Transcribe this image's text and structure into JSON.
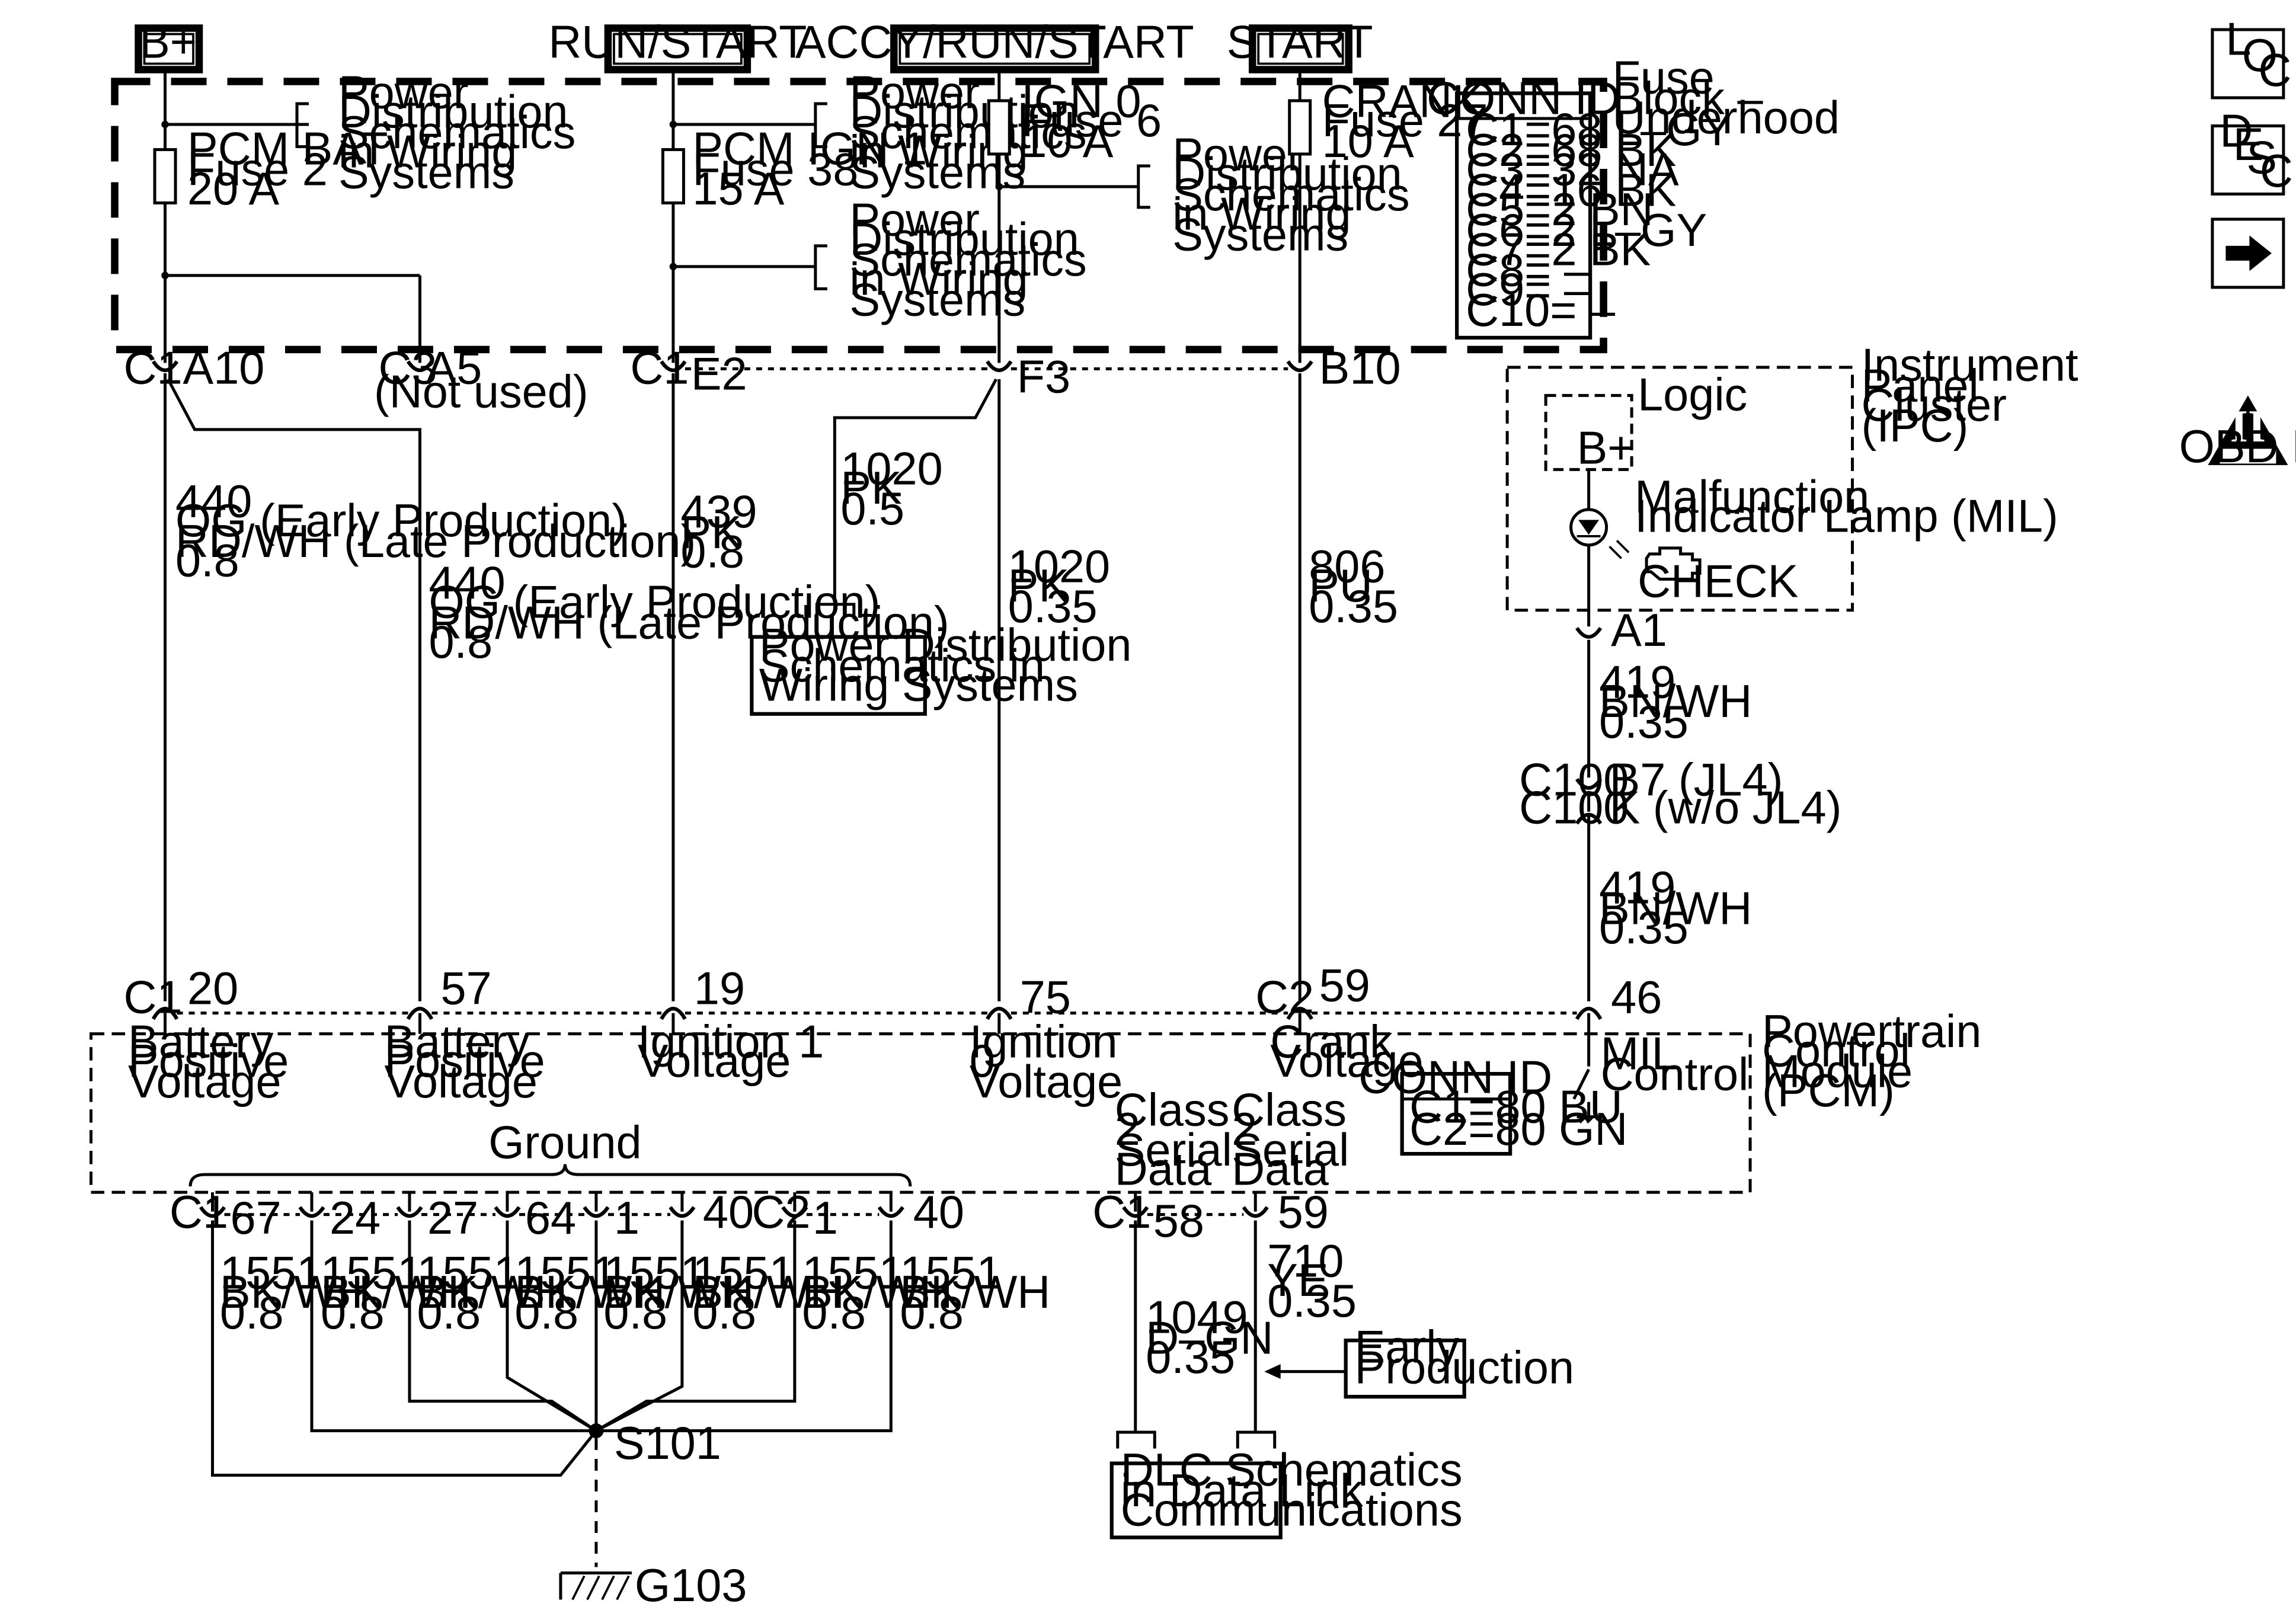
{
  "power_sources": {
    "bplus": "B+",
    "run_start": "RUN/START",
    "accy_run_start": "ACCY/RUN/START",
    "start": "START"
  },
  "fuse_block": {
    "label": [
      "Fuse",
      "Block –",
      "Underhood"
    ],
    "pd_note": [
      "Power",
      "Distribution",
      "Schematics",
      "in Wiring",
      "Systems"
    ],
    "fuses": {
      "pcm_bat": [
        "PCM  BAT",
        "Fuse 2",
        "20 A"
      ],
      "pcm_ign1": [
        "PCM IGN 1",
        "Fuse 38",
        "15 A"
      ],
      "ign0": [
        "IGN 0",
        "Fuse 6",
        "10 A"
      ],
      "crank": [
        "CRANK",
        "Fuse 27",
        "10 A"
      ]
    },
    "conn_id_title": "CONN ID",
    "conn_id_rows": [
      "C1=68 L–GY",
      "C2=68 BK",
      "C3=32 NA",
      "C4=16 BK",
      "C5=2 BN",
      "C6=2 L–GY",
      "C7=2 BK",
      "C8= –",
      "C9= –",
      "C10= –"
    ]
  },
  "fuse_pins": {
    "c1": "C1",
    "a10": "A10",
    "c3": "C3",
    "a5": "A5",
    "not_used": "(Not used)",
    "c1b": "C1",
    "e2": "E2",
    "f3": "F3",
    "b10": "B10"
  },
  "wires": {
    "w440a": [
      "440",
      "OG (Early Production)",
      "RD/WH (Late Production)",
      "0.8"
    ],
    "w440b": [
      "440",
      "OG (Early Production)",
      "RD/WH (Late Production)",
      "0.8"
    ],
    "w439": [
      "439",
      "PK",
      "0.8"
    ],
    "w1020a": [
      "1020",
      "PK",
      "0.5"
    ],
    "w1020b": [
      "1020",
      "PK",
      "0.35"
    ],
    "w806": [
      "806",
      "PU",
      "0.35"
    ],
    "w419a": [
      "419",
      "BN/WH",
      "0.35"
    ],
    "w419b": [
      "419",
      "BN/WH",
      "0.35"
    ],
    "w1551": [
      "1551",
      "BK/WH",
      "0.8"
    ],
    "w1049": [
      "1049",
      "D–GN",
      "0.35"
    ],
    "w710": [
      "710",
      "YE",
      "0.35"
    ]
  },
  "pd_box": [
    "Power Distribution",
    "Schematics in",
    "Wiring  Systems"
  ],
  "ipc": {
    "label": [
      "Instrument",
      "Panel",
      "Cluster",
      "(IPC)"
    ],
    "logic": "Logic",
    "bplus": "B+",
    "mil": [
      "Malfunction",
      "Indicator Lamp (MIL)"
    ],
    "check": "CHECK",
    "a1": "A1"
  },
  "c100": {
    "top_conn": "C100",
    "top_pin": "B7 (JL4)",
    "bottom_conn": "C100",
    "bottom_pin": "K (w/o JL4)"
  },
  "pcm": {
    "label": [
      "Powertrain",
      "Control",
      "Module",
      "(PCM)"
    ],
    "c1": "C1",
    "c2": "C2",
    "pin20": "20",
    "pin57": "57",
    "pin19": "19",
    "pin75": "75",
    "pin59": "59",
    "pin46": "46",
    "bat1": [
      "Battery",
      "Positive",
      "Voltage"
    ],
    "bat2": [
      "Battery",
      "Positive",
      "Voltage"
    ],
    "ign1": [
      "Ignition 1",
      "Voltage"
    ],
    "ign0": [
      "Ignition",
      "0",
      "Voltage"
    ],
    "crank": [
      "Crank",
      "Voltage"
    ],
    "mil": [
      "MIL",
      "Control"
    ],
    "conn_id_title": "CONN ID",
    "conn_id_rows": [
      "C1=80 BU",
      "C2=80 GN"
    ],
    "class2a": [
      "Class",
      "2",
      "Serial",
      "Data"
    ],
    "class2b": [
      "Class",
      "2",
      "Serial",
      "Data"
    ],
    "ground": "Ground"
  },
  "ground_pins": {
    "c1": "C1",
    "c2": "C2",
    "pins": [
      "67",
      "24",
      "27",
      "64",
      "1",
      "40",
      "1",
      "40"
    ]
  },
  "serial_pins": {
    "c1": "C1",
    "p58": "58",
    "p59": "59"
  },
  "splice": "S101",
  "ground_label": "G103",
  "early_production": [
    "Early",
    "Production"
  ],
  "dlc_box": [
    "DLC Schematics",
    "in Data Link",
    "Communications"
  ],
  "nav": {
    "loc": [
      "L",
      "O",
      "C"
    ],
    "desc": [
      "D",
      "E",
      "S",
      "C"
    ],
    "obd": "OBD II",
    "obd_roman": "II"
  }
}
